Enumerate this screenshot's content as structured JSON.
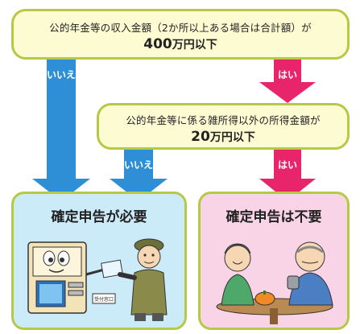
{
  "question1": {
    "line1": "公的年金等の収入金額（2か所以上ある場合は合計額）が",
    "amount": "400",
    "amount_unit": "万円以下"
  },
  "question2": {
    "line1": "公的年金等に係る雑所得以外の所得金額が",
    "amount": "20",
    "amount_unit": "万円以下"
  },
  "arrows": {
    "no_label": "いいえ",
    "yes_label": "はい"
  },
  "results": {
    "required": "確定申告が必要",
    "not_required": "確定申告は不要"
  },
  "illustration": {
    "kiosk_sign": "受付窓口"
  },
  "colors": {
    "question_fill": "#fdfbd2",
    "question_border": "#b6c945",
    "no_arrow": "#2f8fd6",
    "yes_arrow": "#e8246b",
    "required_fill": "#ccebf9",
    "not_required_fill": "#f8d4e6"
  }
}
